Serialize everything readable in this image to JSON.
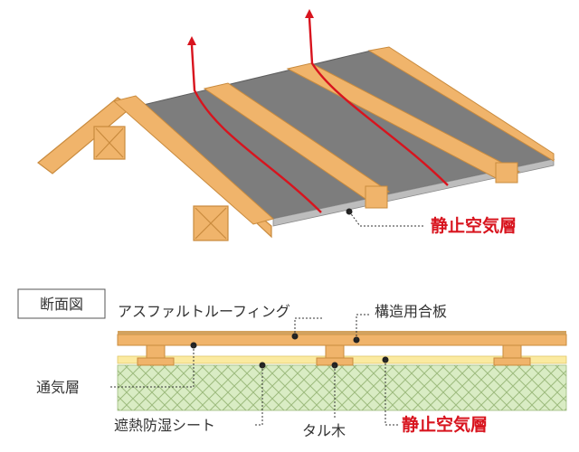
{
  "callout_top": "静止空気層",
  "section_title": "断面図",
  "labels": {
    "asphalt_roofing": "アスファルトルーフィング",
    "structural_plywood": "構造用合板",
    "ventilation_layer": "通気層",
    "thermal_sheet": "遮熱防湿シート",
    "batten": "タル木",
    "still_air_layer": "静止空気層"
  },
  "colors": {
    "wood": "#f0b46b",
    "wood_stroke": "#c98b3e",
    "roof_gray": "#7d7d7d",
    "air_line": "#d8141e",
    "accent_text": "#d8141e",
    "insulation_fill": "#d9ecc4",
    "sheet_yellow": "#fbeaa0"
  }
}
